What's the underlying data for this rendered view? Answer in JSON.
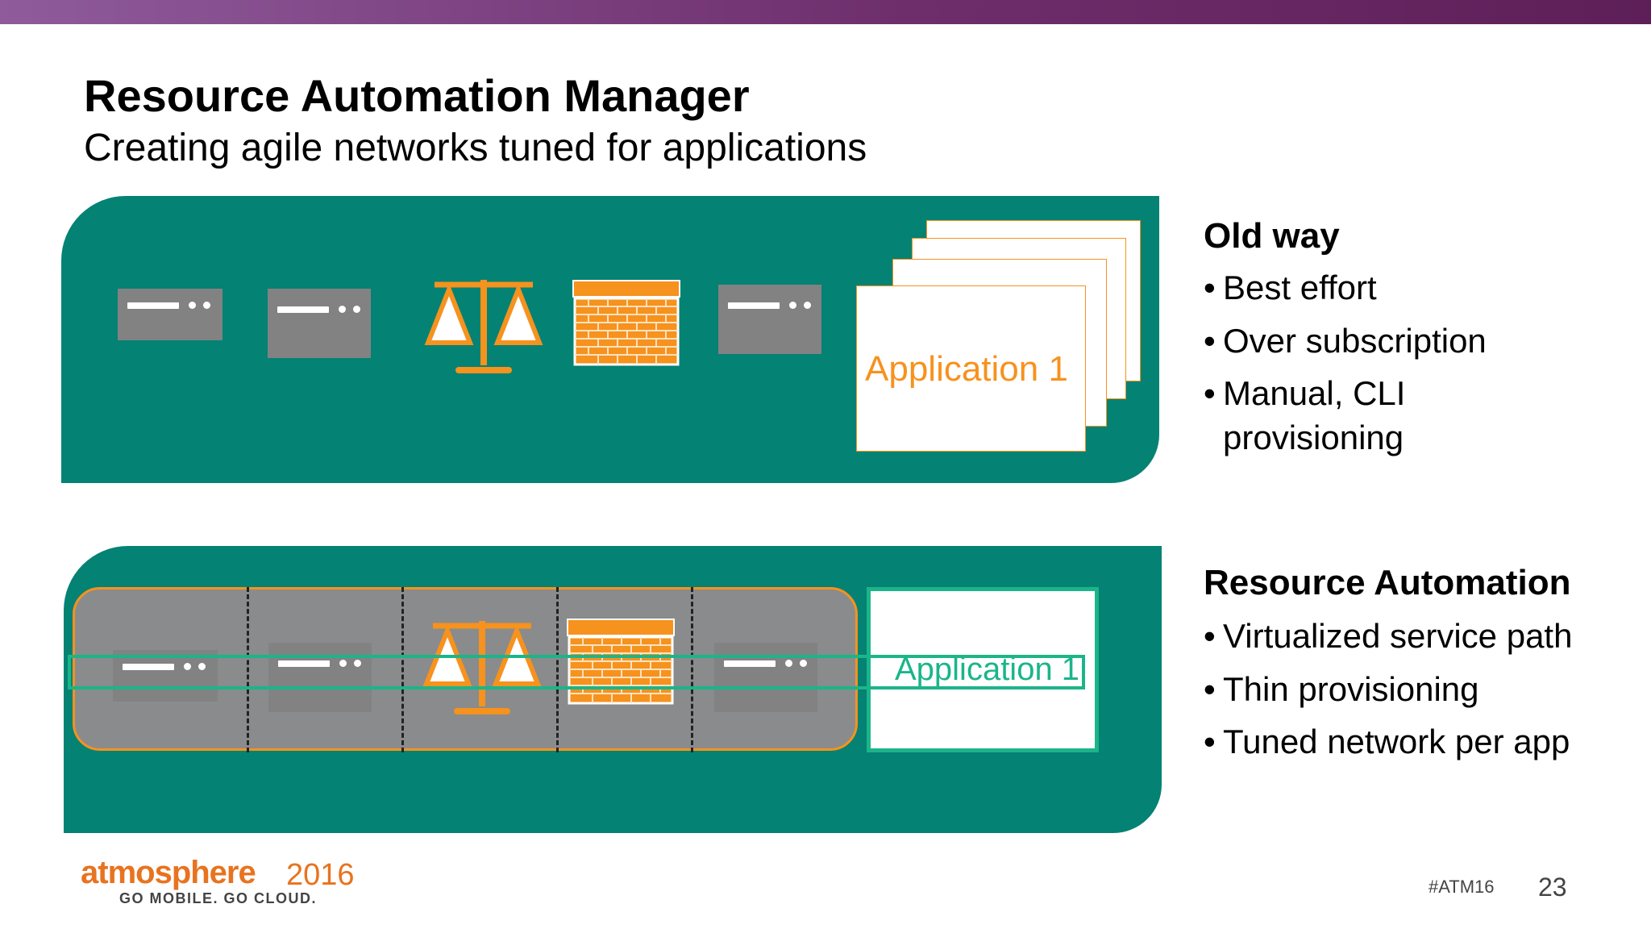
{
  "slide": {
    "title": "Resource Automation Manager",
    "subtitle": "Creating agile networks tuned for applications"
  },
  "old_way": {
    "heading": "Old way",
    "bullets": [
      "Best effort",
      "Over subscription",
      "Manual, CLI",
      "provisioning"
    ],
    "app_label": "Application 1"
  },
  "resource_automation": {
    "heading": "Resource Automation",
    "bullets": [
      "Virtualized service path",
      "Thin provisioning",
      "Tuned network per app"
    ],
    "app_label": "Application 1"
  },
  "footer": {
    "logo_word": "atmosphere",
    "logo_year": "2016",
    "logo_tagline": "GO MOBILE. GO CLOUD.",
    "hashtag": "#ATM16",
    "page_number": "23"
  },
  "bullet_char": "•",
  "icons": [
    "server-icon",
    "load-balancer-icon",
    "firewall-icon",
    "application-stack-icon"
  ],
  "colors": {
    "panel_teal": "#048273",
    "accent_orange": "#f6921e",
    "path_green": "#1bb58a",
    "server_gray": "#828283",
    "header_purple": "#6e2e6c"
  }
}
